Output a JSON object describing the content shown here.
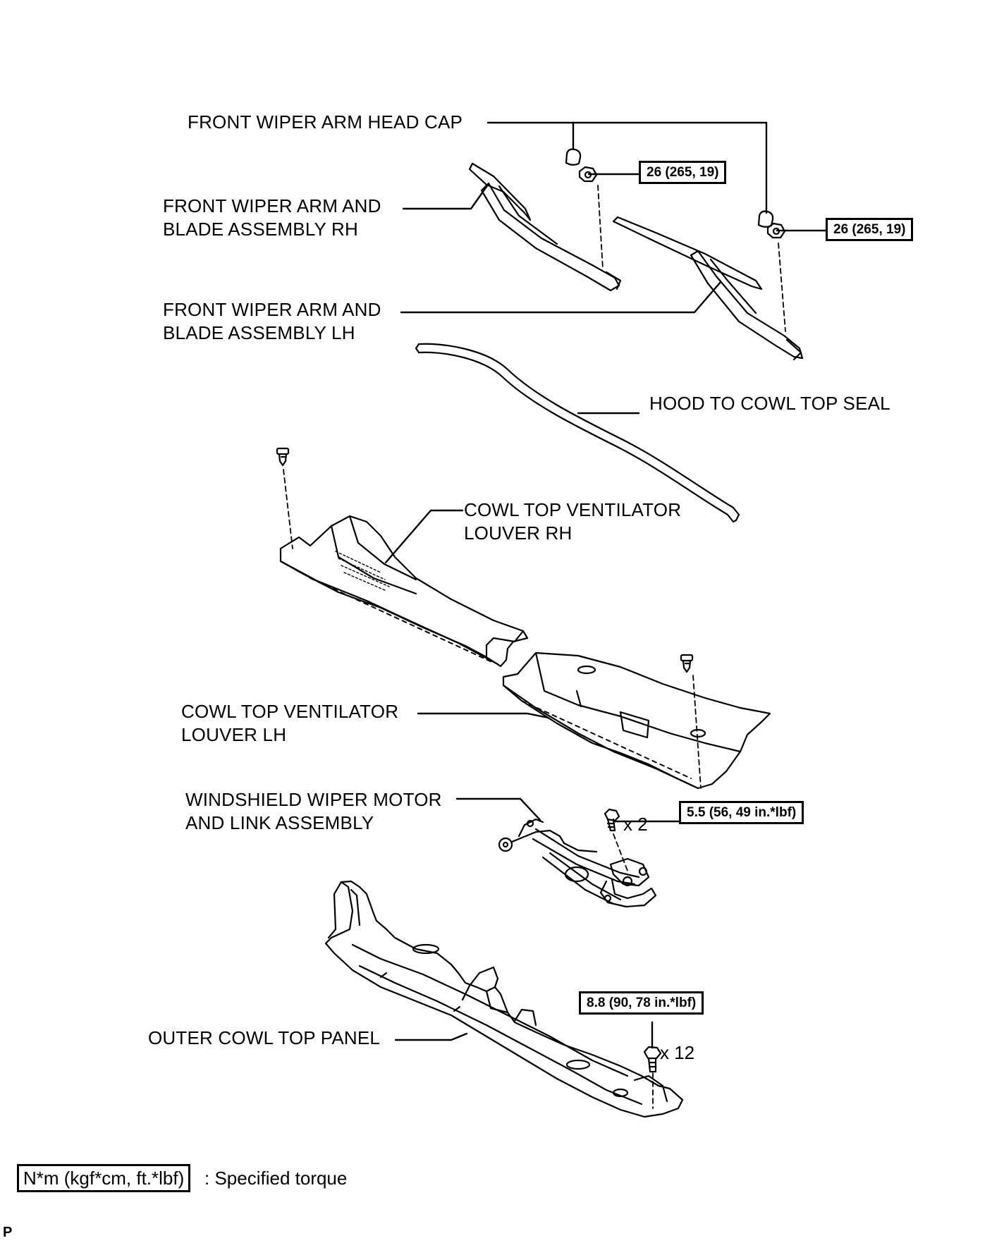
{
  "labels": {
    "head_cap": "FRONT WIPER ARM HEAD CAP",
    "arm_rh_1": "FRONT WIPER ARM AND",
    "arm_rh_2": "BLADE ASSEMBLY RH",
    "arm_lh_1": "FRONT WIPER ARM AND",
    "arm_lh_2": "BLADE ASSEMBLY LH",
    "seal": "HOOD TO COWL TOP SEAL",
    "louver_rh_1": "COWL TOP VENTILATOR",
    "louver_rh_2": "LOUVER RH",
    "louver_lh_1": "COWL TOP VENTILATOR",
    "louver_lh_2": "LOUVER LH",
    "motor_1": "WINDSHIELD WIPER MOTOR",
    "motor_2": "AND LINK ASSEMBLY",
    "outer_panel": "OUTER COWL TOP PANEL"
  },
  "torques": {
    "arm_nut_rh": "26 (265, 19)",
    "arm_nut_lh": "26 (265, 19)",
    "motor_bolt": "5.5 (56, 49 in.*lbf)",
    "panel_bolt": "8.8 (90, 78 in.*lbf)"
  },
  "quantities": {
    "motor_bolt": "x 2",
    "panel_bolt": "x 12"
  },
  "legend": {
    "box": "N*m (kgf*cm, ft.*lbf)",
    "text": ": Specified torque"
  },
  "corner_mark": "P"
}
